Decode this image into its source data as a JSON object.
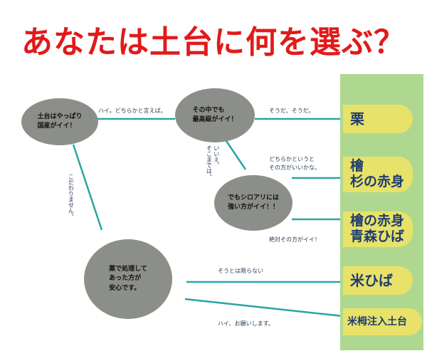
{
  "title": "あなたは土台に何を選ぶ？",
  "colors": {
    "title": "#e21a1a",
    "panel": "#aed88f",
    "answer_bg": "#e8e26a",
    "answer_text": "#1f3d6e",
    "node": "#8c8e8a",
    "connector": "#2aa6a6"
  },
  "nodes": {
    "domestic": "土台はやっぱり\n国産がイイ！",
    "top_grade": "その中でも\n最高級がイイ！",
    "termite": "でもシロアリには\n強い方がイイ！！",
    "chemical": "薬で処理して\nあった方が\n安心です。"
  },
  "labels": {
    "yes_either": "ハイ。どちらかと言えば。",
    "thats_right": "そうだ、そうだ。",
    "no_not_that_far": "いいえ、\nそこまでは。",
    "rather_either": "どちらかというと\nその方がいいかな。",
    "not_particular": "こだわりません。",
    "absolutely": "絶対その方がイイ！",
    "not_necessarily": "そうとは限らない",
    "yes_please": "ハイ、お願いします。"
  },
  "answers": {
    "chestnut": "栗",
    "hinoki": "檜",
    "sugi_heart": "杉の赤身",
    "hinoki_heart": "檜の赤身",
    "aomori_hiba": "青森ひば",
    "beihiba": "米ひば",
    "treated_sill": "米栂注入土台"
  }
}
